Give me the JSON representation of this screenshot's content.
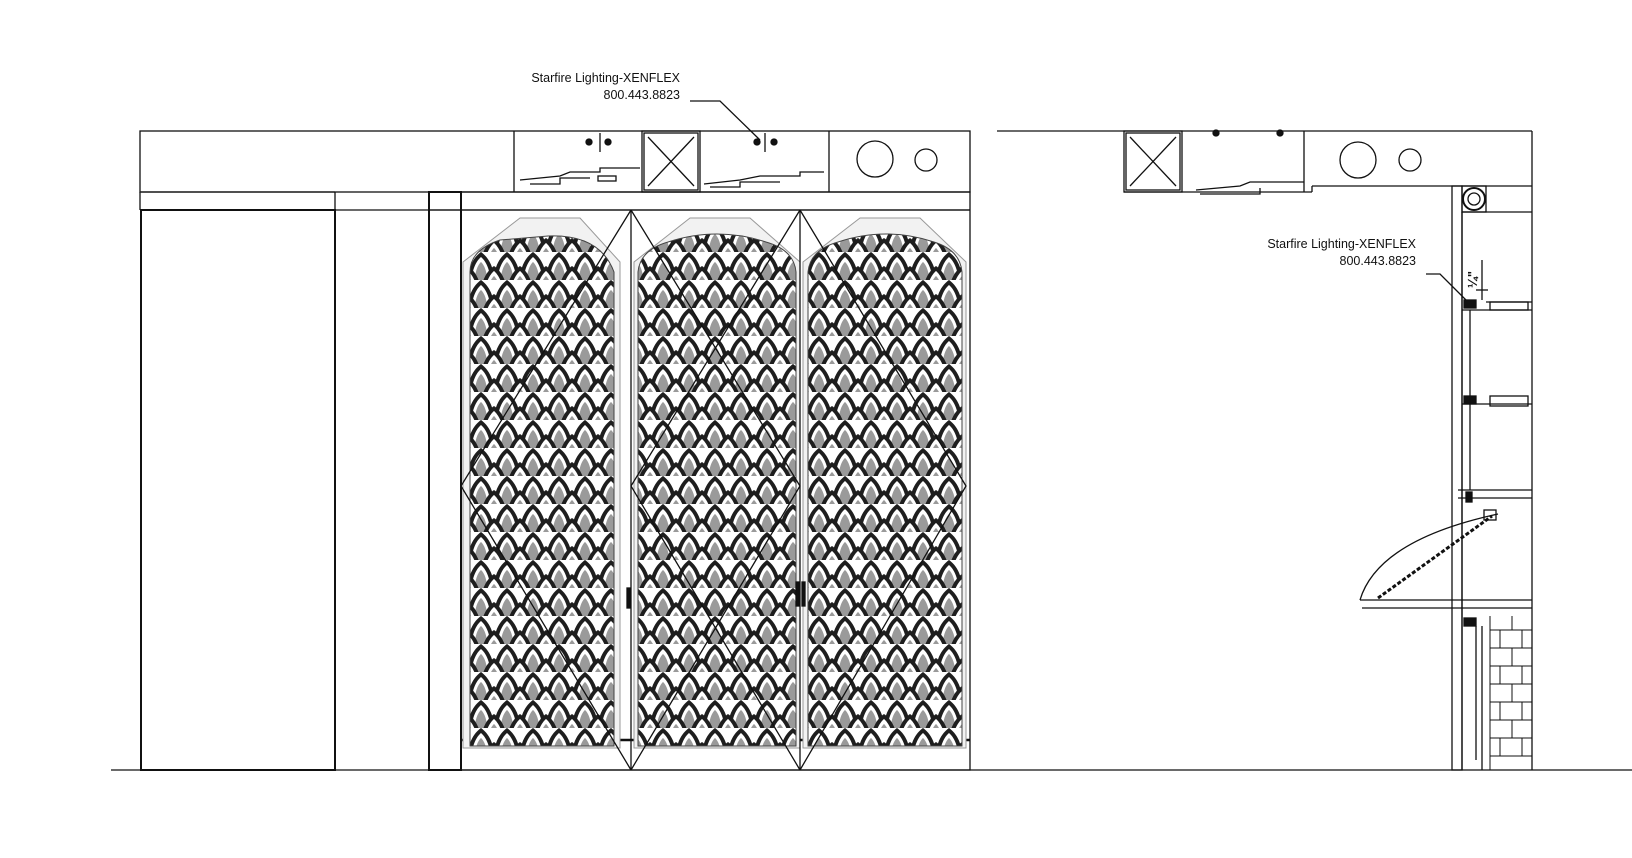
{
  "callouts": [
    {
      "id": "front",
      "product": "Starfire Lighting-XENFLEX",
      "phone": "800.443.8823"
    },
    {
      "id": "side",
      "product": "Starfire Lighting-XENFLEX",
      "phone": "800.443.8823"
    }
  ],
  "dimension_label": "¼\"",
  "colors": {
    "line": "#111111",
    "pattern_dark": "#1e1e1e",
    "pattern_mid": "#9a9a9a",
    "pattern_light": "#d6d6d6",
    "background": "#ffffff"
  }
}
